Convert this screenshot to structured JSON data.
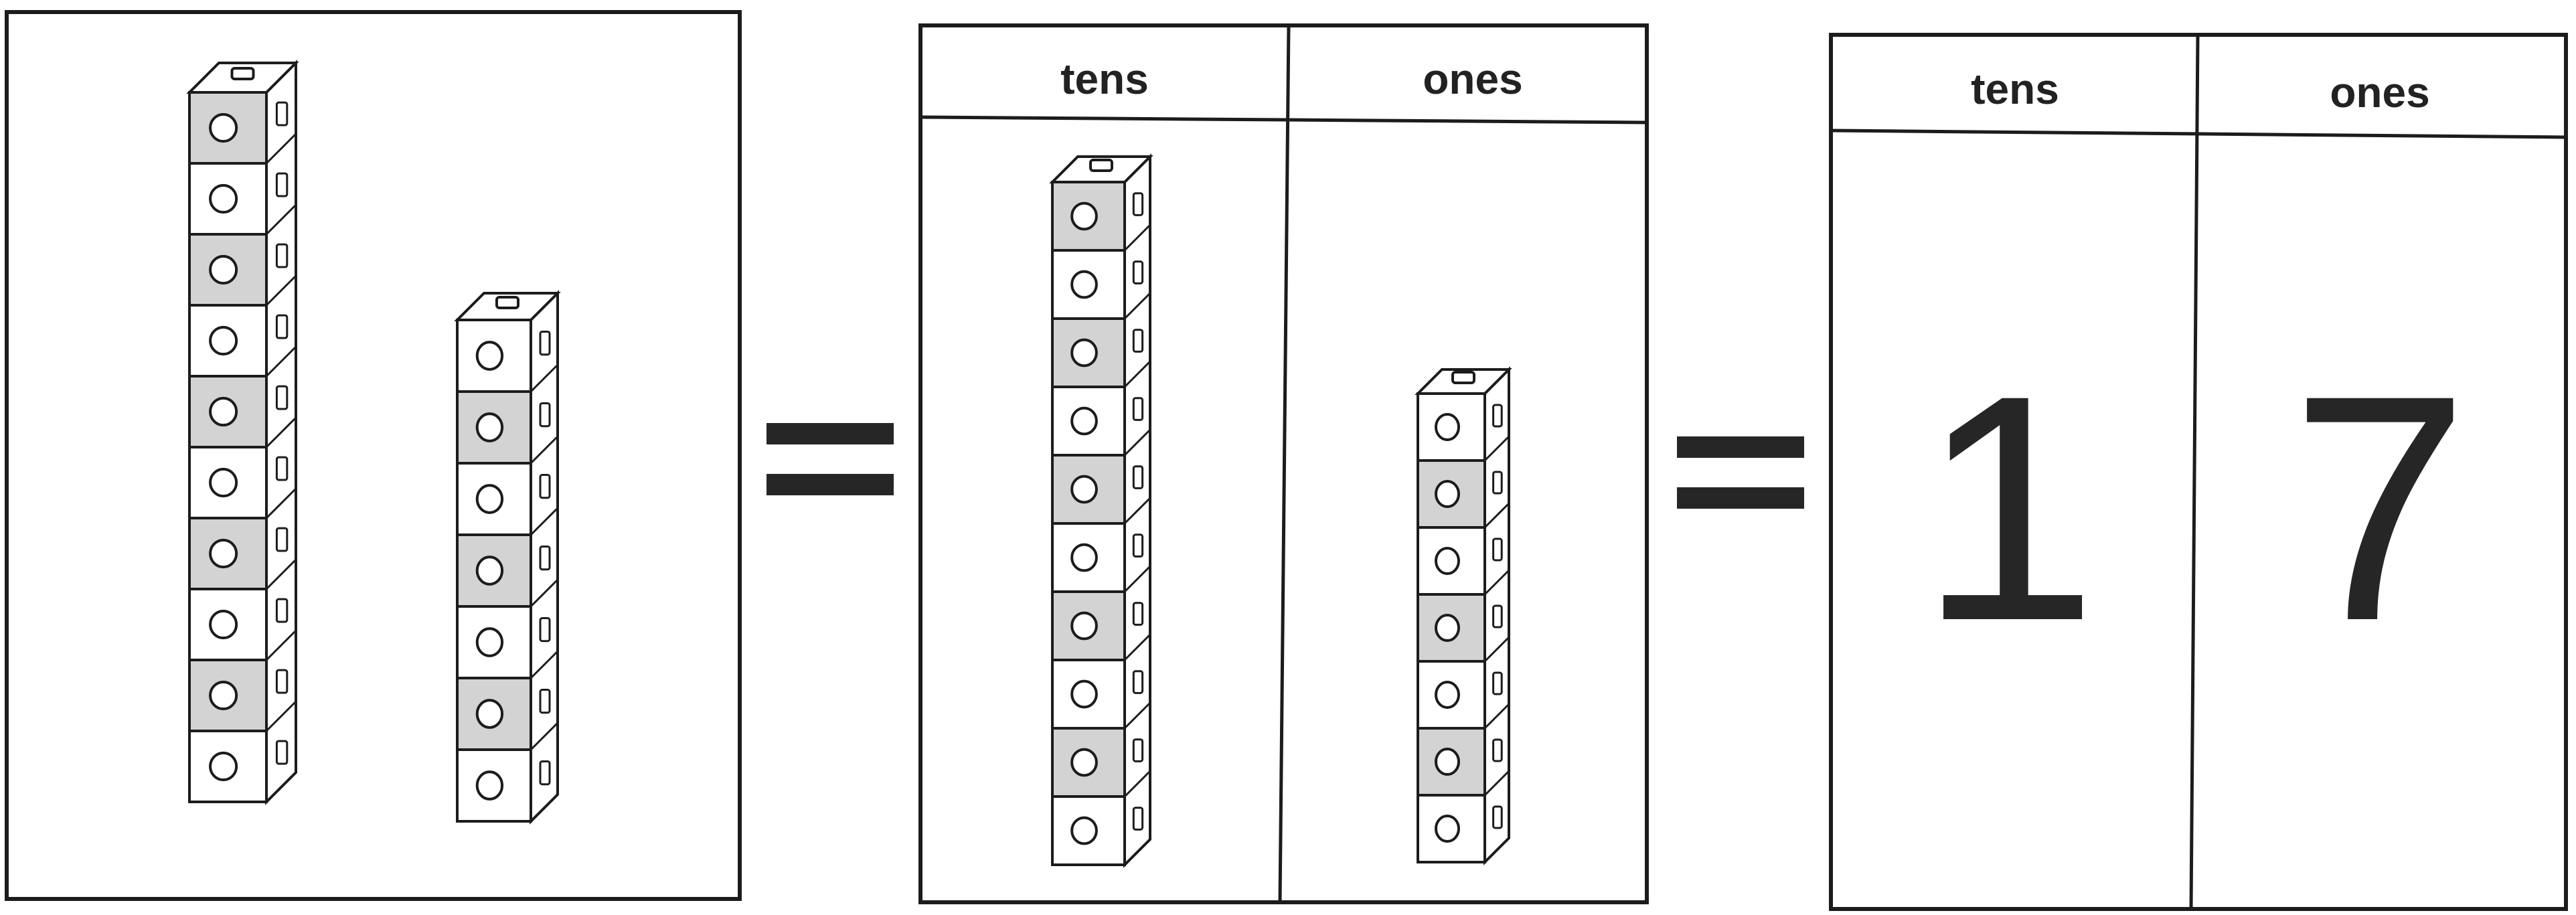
{
  "colors": {
    "shaded_cube": "#d3d3d3",
    "plain_cube": "#ffffff",
    "outline": "#1c1c1c",
    "bar": "#262626"
  },
  "panels": {
    "blocks": {
      "tens_tower_cubes": [
        "shaded",
        "plain",
        "shaded",
        "plain",
        "shaded",
        "plain",
        "shaded",
        "plain",
        "shaded",
        "plain"
      ],
      "ones_tower_cubes": [
        "plain",
        "shaded",
        "plain",
        "shaded",
        "plain",
        "shaded",
        "plain"
      ]
    },
    "place_value_blocks": {
      "tens_header": "tens",
      "ones_header": "ones",
      "tens_tower_cubes": [
        "shaded",
        "plain",
        "shaded",
        "plain",
        "shaded",
        "plain",
        "shaded",
        "plain",
        "shaded",
        "plain"
      ],
      "ones_tower_cubes": [
        "plain",
        "shaded",
        "plain",
        "shaded",
        "plain",
        "shaded",
        "plain"
      ]
    },
    "place_value_digits": {
      "tens_header": "tens",
      "ones_header": "ones",
      "tens_digit": "1",
      "ones_digit": "7"
    }
  },
  "equals_icon": "equals-sign"
}
